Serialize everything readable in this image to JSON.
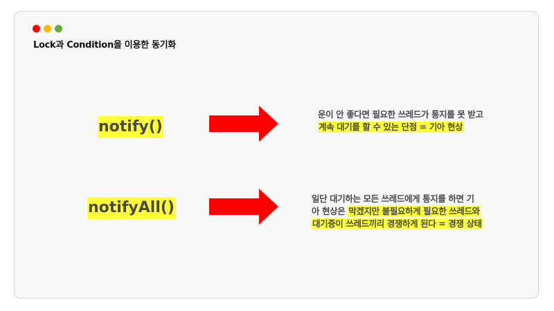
{
  "colors": {
    "dot_red": "#ff0000",
    "dot_yellow": "#ffbb00",
    "dot_green": "#6aaa3a",
    "highlight": "#ffff3a",
    "arrow": "#ff0000"
  },
  "window": {
    "title": "Lock과 Condition을 이용한 동기화"
  },
  "items": [
    {
      "method": "notify()",
      "arrow_icon": "right-arrow-icon",
      "lines": [
        {
          "plain": "운이 안 좋다면 필요한 쓰레드가 통지를 못 받고",
          "highlight": ""
        },
        {
          "plain": "",
          "highlight": "계속 대기를 할 수 있는 단점 = 기아 현상"
        }
      ]
    },
    {
      "method": "notifyAll()",
      "arrow_icon": "right-arrow-icon",
      "lines": [
        {
          "plain": "일단 대기하는 모든 쓰레드에게 통지를 하면 기",
          "highlight": ""
        },
        {
          "plain": "아 현상은 ",
          "highlight": "막겠지만 불필요하게 필요한 쓰레드와"
        },
        {
          "plain": "",
          "highlight": "대기중이 쓰레드끼리 경쟁하게 된다 = 경쟁 상태"
        }
      ]
    }
  ]
}
